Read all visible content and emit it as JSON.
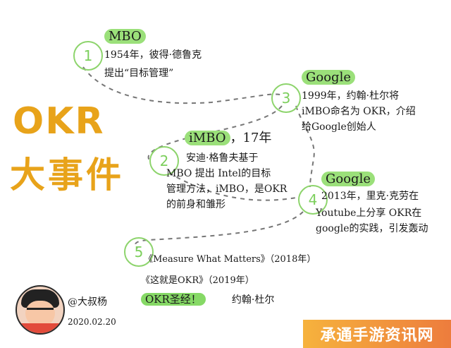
{
  "title": {
    "line1": "OKR",
    "line2": "大事件"
  },
  "events": [
    {
      "num": "1",
      "tag": "MBO",
      "lines": [
        "1954年，彼得·德鲁克",
        "提出“目标管理”"
      ]
    },
    {
      "num": "2",
      "tag": "iMBO",
      "tag_suffix": "，17年",
      "lines": [
        "安迪·格鲁夫基于",
        "MBO 提出 Intel的目标",
        "管理方法，iMBO，是OKR",
        "的前身和雏形"
      ]
    },
    {
      "num": "3",
      "tag": "Google",
      "lines": [
        "1999年，约翰·杜尔将",
        "iMBO命名为 OKR，介绍",
        "给Google创始人"
      ]
    },
    {
      "num": "4",
      "tag": "Google",
      "lines": [
        "2013年，里克·克劳在",
        "Youtube上分享 OKR在",
        "google的实践，引发轰动"
      ]
    },
    {
      "num": "5",
      "lines": [
        "《Measure What Matters》（2018年）",
        "《这就是OKR》（2019年）"
      ],
      "highlight": "OKR圣经！",
      "author": "约翰·杜尔"
    }
  ],
  "signature": {
    "name": "@大叔杨",
    "date": "2020.02.20"
  },
  "watermark": "承通手游资讯网",
  "colors": {
    "accent_green": "#8dd46c",
    "title_orange": "#e8a31a",
    "watermark_orange": "#ee8a2c"
  }
}
